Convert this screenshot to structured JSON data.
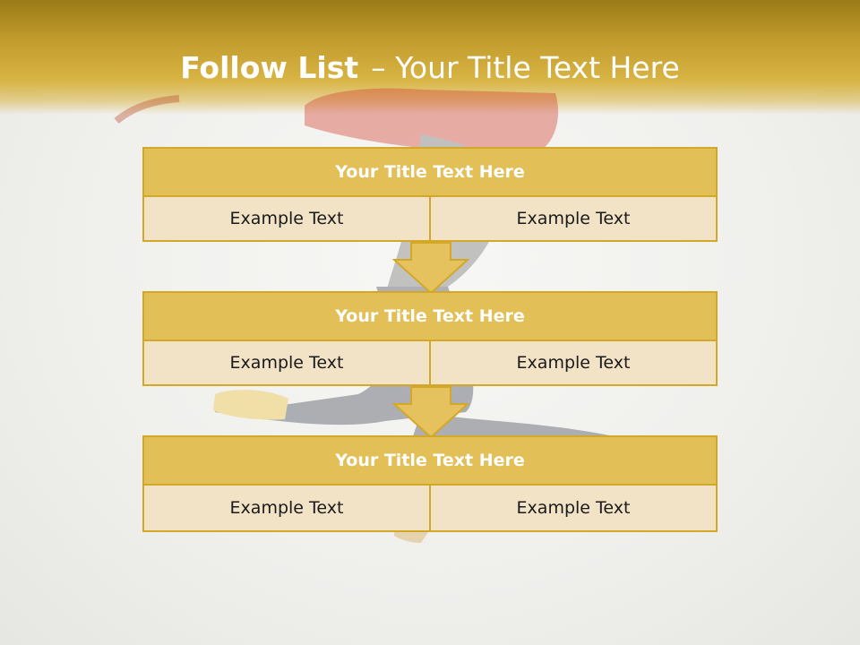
{
  "slide": {
    "title_bold": "Follow List",
    "title_dash": "–",
    "title_rest": " Your Title Text Here"
  },
  "blocks": [
    {
      "title": "Your Title Text Here",
      "left_text": "Example Text",
      "right_text": "Example Text"
    },
    {
      "title": "Your Title Text Here",
      "left_text": "Example Text",
      "right_text": "Example Text"
    },
    {
      "title": "Your Title Text Here",
      "left_text": "Example Text",
      "right_text": "Example Text"
    }
  ],
  "colors": {
    "header": "#c29c2c",
    "block_title_fill": "#e2bf57",
    "cell_fill": "#f2e3c6",
    "border": "#d3a829",
    "arrow_fill": "#e5c25d"
  }
}
